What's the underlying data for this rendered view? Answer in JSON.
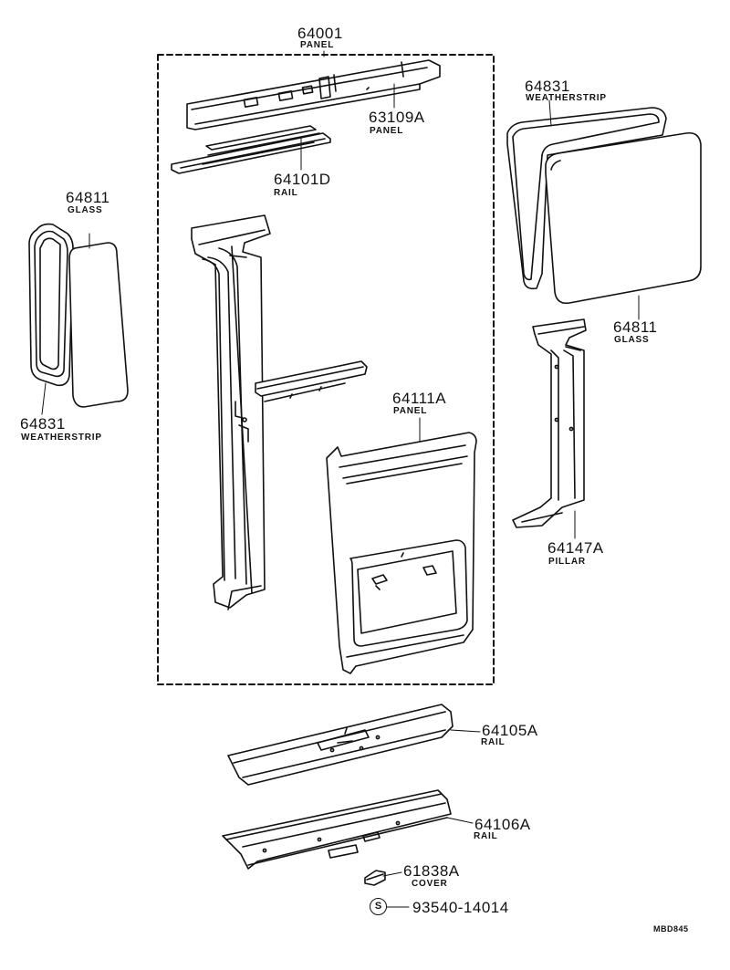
{
  "parts": [
    {
      "id": "p64001",
      "number": "64001",
      "name": "PANEL"
    },
    {
      "id": "p63109A",
      "number": "63109A",
      "name": "PANEL"
    },
    {
      "id": "p64101D",
      "number": "64101D",
      "name": "RAIL"
    },
    {
      "id": "p64831_right",
      "number": "64831",
      "name": "WEATHERSTRIP"
    },
    {
      "id": "p64811_right",
      "number": "64811",
      "name": "GLASS"
    },
    {
      "id": "p64811_left",
      "number": "64811",
      "name": "GLASS"
    },
    {
      "id": "p64831_left",
      "number": "64831",
      "name": "WEATHERSTRIP"
    },
    {
      "id": "p64111A",
      "number": "64111A",
      "name": "PANEL"
    },
    {
      "id": "p64147A",
      "number": "64147A",
      "name": "PILLAR"
    },
    {
      "id": "p64105A",
      "number": "64105A",
      "name": "RAIL"
    },
    {
      "id": "p64106A",
      "number": "64106A",
      "name": "RAIL"
    },
    {
      "id": "p61838A",
      "number": "61838A",
      "name": "COVER"
    },
    {
      "id": "p93540",
      "number": "93540-14014",
      "name": "",
      "symbol": "S"
    }
  ],
  "diagram_code": "MBD845"
}
